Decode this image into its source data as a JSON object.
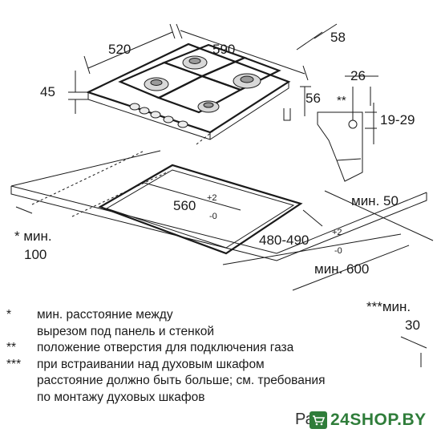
{
  "dimensions": {
    "depth": "520",
    "width": "590",
    "top_offset": "58",
    "height": "45",
    "thickness": "56",
    "gas_offset": "26",
    "gas_mark": "**",
    "gas_height": "19-29",
    "cutout_width_base": "560",
    "cutout_width_plus": "+2",
    "cutout_width_minus": "-0",
    "cutout_depth_base": "480-490",
    "cutout_depth_plus": "+2",
    "cutout_depth_minus": "-0",
    "min_50": "мин. 50",
    "min_600": "мин. 600",
    "left_min_label": "* мин.",
    "left_min_value": "100",
    "right_min_label": "***мин.",
    "right_min_value": "30"
  },
  "notes": [
    {
      "mark": "*",
      "lines": [
        "мин. расстояние между",
        "вырезом под панель и стенкой"
      ]
    },
    {
      "mark": "**",
      "lines": [
        "положение отверстия для подключения газа"
      ]
    },
    {
      "mark": "***",
      "lines": [
        "при встраивании над духовым шкафом",
        "расстояние должно быть больше; см. требования",
        "по монтажу духовых шкафов"
      ]
    }
  ],
  "watermark": {
    "text": "24SHOP.BY",
    "cut_text": "Ра"
  }
}
